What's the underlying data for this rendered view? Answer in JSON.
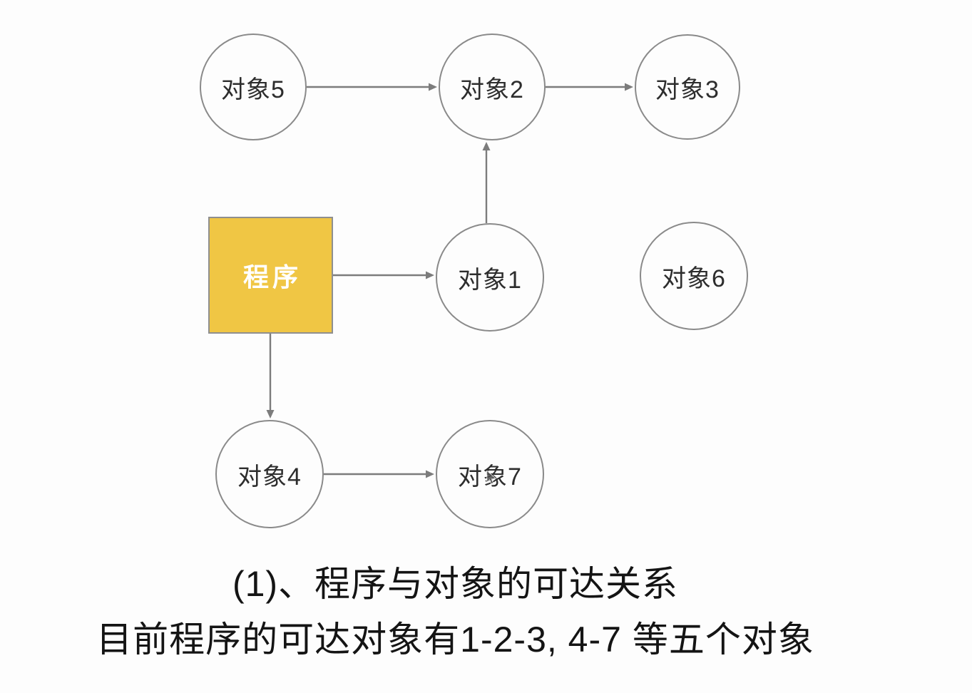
{
  "diagram": {
    "program": {
      "id": "program",
      "label": "程序",
      "shape": "square",
      "fill": "#F0C644",
      "text_color": "#FFFFFF"
    },
    "nodes": [
      {
        "id": "obj5",
        "label": "对象5",
        "shape": "circle"
      },
      {
        "id": "obj2",
        "label": "对象2",
        "shape": "circle"
      },
      {
        "id": "obj3",
        "label": "对象3",
        "shape": "circle"
      },
      {
        "id": "obj1",
        "label": "对象1",
        "shape": "circle"
      },
      {
        "id": "obj6",
        "label": "对象6",
        "shape": "circle"
      },
      {
        "id": "obj4",
        "label": "对象4",
        "shape": "circle"
      },
      {
        "id": "obj7",
        "label": "对象7",
        "shape": "circle"
      }
    ],
    "edges": [
      {
        "from": "对象5",
        "to": "对象2"
      },
      {
        "from": "对象2",
        "to": "对象3"
      },
      {
        "from": "对象1",
        "to": "对象2"
      },
      {
        "from": "程序",
        "to": "对象1"
      },
      {
        "from": "程序",
        "to": "对象4"
      },
      {
        "from": "对象4",
        "to": "对象7"
      }
    ],
    "colors": {
      "node_border": "#8a8a8a",
      "arrow": "#7c7c7c",
      "program_fill": "#F0C644",
      "background": "#fdfdfd"
    }
  },
  "caption": {
    "line1": "(1)、程序与对象的可达关系",
    "line2": "目前程序的可达对象有1-2-3, 4-7 等五个对象"
  },
  "cursor": {
    "type": "arrow-pointer"
  }
}
